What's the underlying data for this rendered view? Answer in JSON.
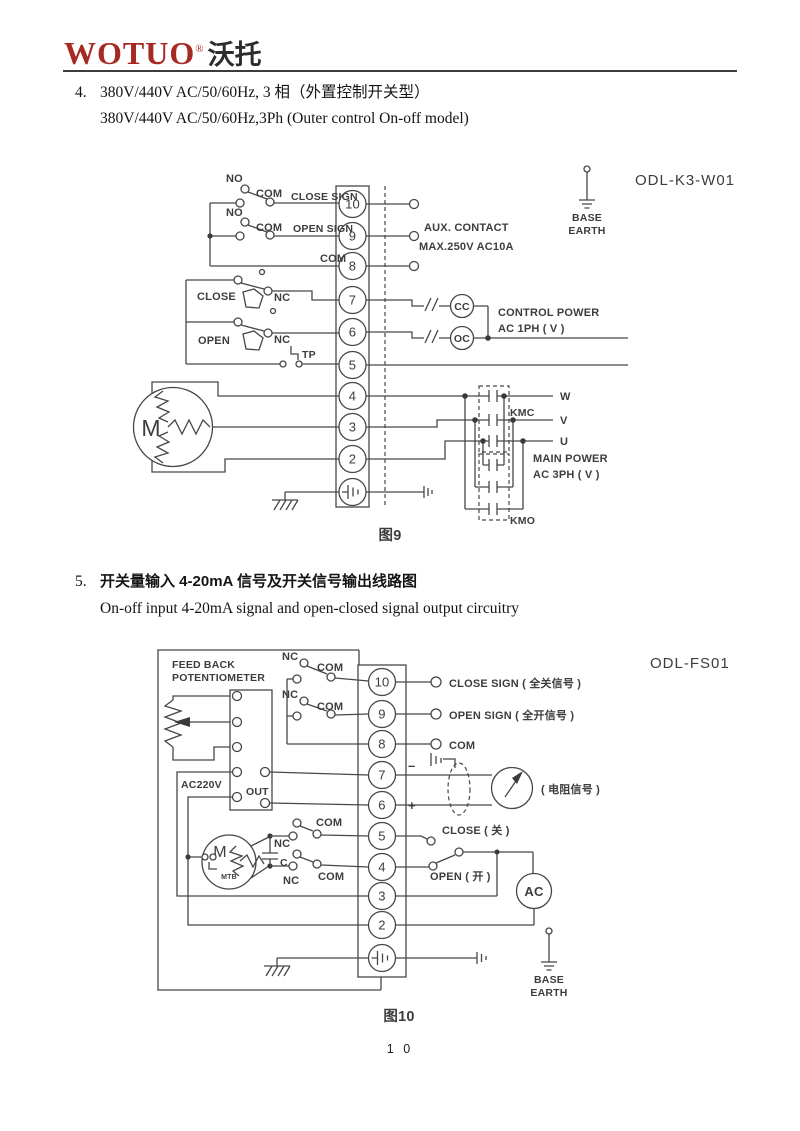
{
  "header": {
    "brand": "WOTUO",
    "reg": "®",
    "brand_cn": "沃托"
  },
  "sections": {
    "s4": {
      "num": "4.",
      "title_cn": "380V/440V AC/50/60Hz, 3 相（外置控制开关型）",
      "title_en": "380V/440V AC/50/60Hz,3Ph (Outer control On-off model)"
    },
    "s5": {
      "num": "5.",
      "title_cn": "开关量输入 4-20mA 信号及开关信号输出线路图",
      "title_en": "On-off input 4-20mA signal and open-closed signal output circuitry"
    }
  },
  "fig9": {
    "model": "ODL-K3-W01",
    "caption": "图9",
    "terminals": [
      "10",
      "9",
      "8",
      "7",
      "6",
      "5",
      "4",
      "3",
      "2"
    ],
    "labels": {
      "no1": "NO",
      "com1": "COM",
      "close_sign": "CLOSE SIGN",
      "no2": "NO",
      "com2": "COM",
      "open_sign": "OPEN SIGN",
      "com3": "COM",
      "close": "CLOSE",
      "nc1": "NC",
      "open": "OPEN",
      "nc2": "NC",
      "tp": "TP",
      "motor": "M",
      "aux1": "AUX. CONTACT",
      "aux2": "MAX.250V AC10A",
      "base1": "BASE",
      "base2": "EARTH",
      "cc": "CC",
      "oc": "OC",
      "ctrl1": "CONTROL POWER",
      "ctrl2": "AC 1PH ( V )",
      "w": "W",
      "v": "V",
      "u": "U",
      "kmc": "KMC",
      "kmo": "KMO",
      "main1": "MAIN POWER",
      "main2": "AC 3PH ( V )"
    }
  },
  "fig10": {
    "model": "ODL-FS01",
    "caption": "图10",
    "terminals": [
      "10",
      "9",
      "8",
      "7",
      "6",
      "5",
      "4",
      "3",
      "2"
    ],
    "labels": {
      "fb1": "FEED BACK",
      "fb2": "POTENTIOMETER",
      "nc1": "NC",
      "com1": "COM",
      "nc2": "NC",
      "com2": "COM",
      "close_sign": "CLOSE SIGN ( 全关信号 )",
      "open_sign": "OPEN SIGN ( 全开信号 )",
      "com": "COM",
      "minus": "–",
      "plus": "+",
      "res": "( 电阻信号 )",
      "ac220v": "AC220V",
      "out": "OUT",
      "motor": "M",
      "mtb": "MTB",
      "cap": "C",
      "nc3": "NC",
      "com3": "COM",
      "nc4": "NC",
      "com4": "COM",
      "close_sw": "CLOSE ( 关 )",
      "open_sw": "OPEN ( 开 )",
      "ac": "AC",
      "base1": "BASE",
      "base2": "EARTH"
    }
  },
  "footer": {
    "page": "1 0"
  }
}
